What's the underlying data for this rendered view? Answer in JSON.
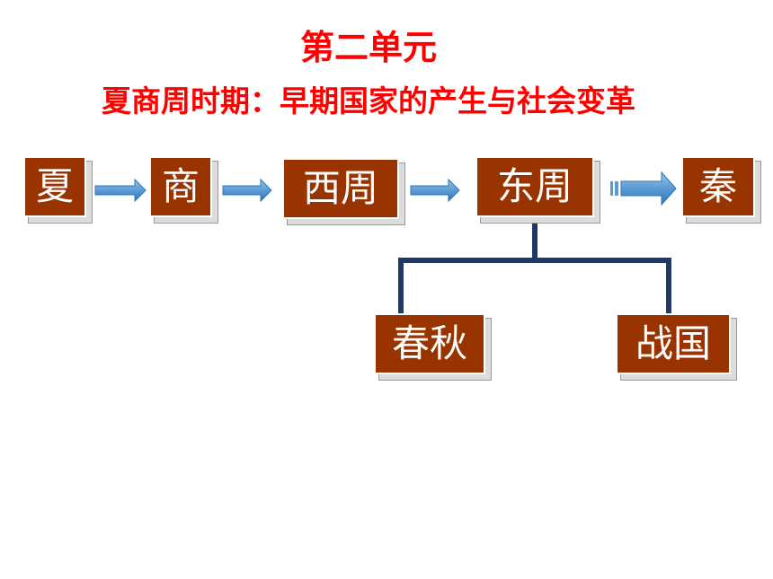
{
  "title": "第二单元",
  "subtitle": "夏商周时期：早期国家的产生与社会变革",
  "nodes": {
    "xia": "夏",
    "shang": "商",
    "xizhou": "西周",
    "dongzhou": "东周",
    "qin": "秦",
    "chunqiu": "春秋",
    "zhanguo": "战国"
  },
  "colors": {
    "title": "#ff0000",
    "box_fill": "#993300",
    "box_text": "#ffffff",
    "arrow": "#5b9bd5",
    "connector": "#1f3864"
  }
}
